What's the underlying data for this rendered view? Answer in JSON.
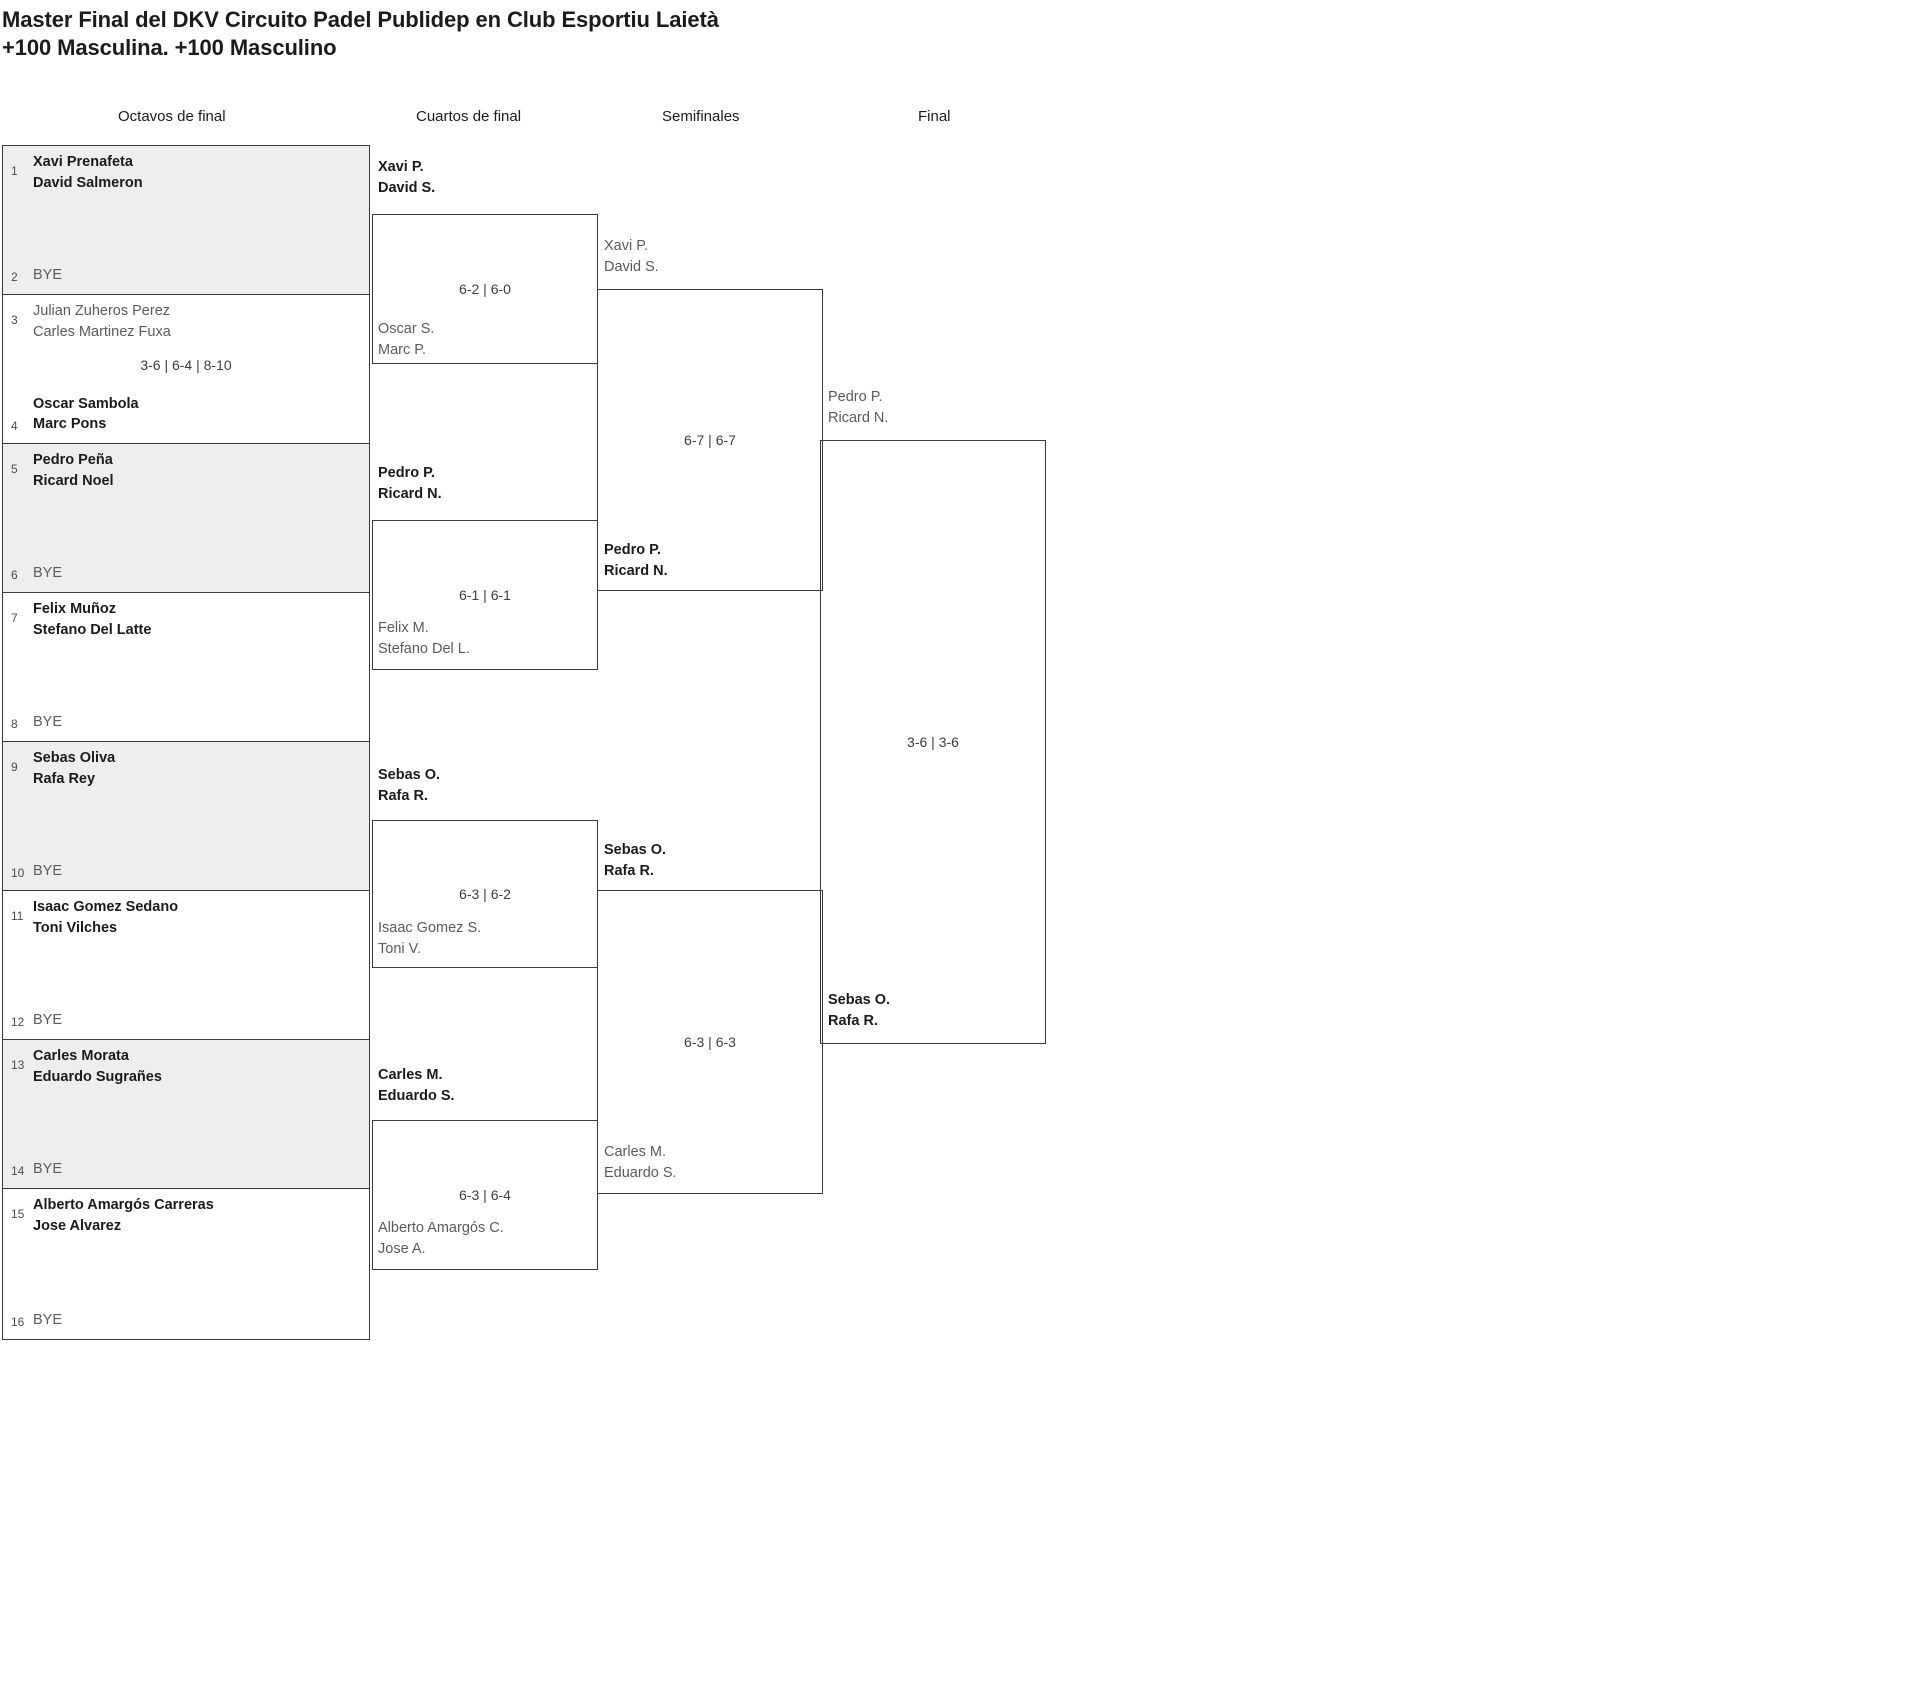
{
  "title": {
    "line1": "Master Final del DKV Circuito Padel Publidep en Club Esportiu Laietà",
    "line2": "+100 Masculina. +100 Masculino"
  },
  "round_headers": [
    "Octavos de final",
    "Cuartos de final",
    "Semifinales",
    "Final"
  ],
  "bye_label": "BYE",
  "rounds": {
    "r1": {
      "matches": [
        {
          "score": "",
          "top": {
            "seed": "1",
            "line1": "Xavi Prenafeta",
            "line2": "David Salmeron",
            "result": "winner"
          },
          "bottom": {
            "seed": "2",
            "line1": "BYE",
            "line2": "",
            "result": "bye"
          }
        },
        {
          "score": "3-6 | 6-4 | 8-10",
          "top": {
            "seed": "3",
            "line1": "Julian Zuheros Perez",
            "line2": "Carles Martinez Fuxa",
            "result": "loser"
          },
          "bottom": {
            "seed": "4",
            "line1": "Oscar Sambola",
            "line2": "Marc Pons",
            "result": "winner"
          }
        },
        {
          "score": "",
          "top": {
            "seed": "5",
            "line1": "Pedro Peña",
            "line2": "Ricard Noel",
            "result": "winner"
          },
          "bottom": {
            "seed": "6",
            "line1": "BYE",
            "line2": "",
            "result": "bye"
          }
        },
        {
          "score": "",
          "top": {
            "seed": "7",
            "line1": "Felix Muñoz",
            "line2": "Stefano Del Latte",
            "result": "winner"
          },
          "bottom": {
            "seed": "8",
            "line1": "BYE",
            "line2": "",
            "result": "bye"
          }
        },
        {
          "score": "",
          "top": {
            "seed": "9",
            "line1": "Sebas Oliva",
            "line2": "Rafa Rey",
            "result": "winner"
          },
          "bottom": {
            "seed": "10",
            "line1": "BYE",
            "line2": "",
            "result": "bye"
          }
        },
        {
          "score": "",
          "top": {
            "seed": "11",
            "line1": "Isaac Gomez Sedano",
            "line2": "Toni Vilches",
            "result": "winner"
          },
          "bottom": {
            "seed": "12",
            "line1": "BYE",
            "line2": "",
            "result": "bye"
          }
        },
        {
          "score": "",
          "top": {
            "seed": "13",
            "line1": "Carles Morata",
            "line2": "Eduardo Sugrañes",
            "result": "winner"
          },
          "bottom": {
            "seed": "14",
            "line1": "BYE",
            "line2": "",
            "result": "bye"
          }
        },
        {
          "score": "",
          "top": {
            "seed": "15",
            "line1": "Alberto Amargós Carreras",
            "line2": "Jose Alvarez",
            "result": "winner"
          },
          "bottom": {
            "seed": "16",
            "line1": "BYE",
            "line2": "",
            "result": "bye"
          }
        }
      ]
    },
    "r2": {
      "matches": [
        {
          "score": "6-2 | 6-0",
          "top": {
            "line1": "Xavi P.",
            "line2": "David S.",
            "result": "winner"
          },
          "bottom": {
            "line1": "Oscar S.",
            "line2": "Marc P.",
            "result": "loser"
          }
        },
        {
          "score": "6-1 | 6-1",
          "top": {
            "line1": "Pedro P.",
            "line2": "Ricard N.",
            "result": "winner"
          },
          "bottom": {
            "line1": "Felix M.",
            "line2": "Stefano Del L.",
            "result": "loser"
          }
        },
        {
          "score": "6-3 | 6-2",
          "top": {
            "line1": "Sebas O.",
            "line2": "Rafa R.",
            "result": "winner"
          },
          "bottom": {
            "line1": "Isaac Gomez S.",
            "line2": "Toni V.",
            "result": "loser"
          }
        },
        {
          "score": "6-3 | 6-4",
          "top": {
            "line1": "Carles M.",
            "line2": "Eduardo S.",
            "result": "winner"
          },
          "bottom": {
            "line1": "Alberto Amargós C.",
            "line2": "Jose A.",
            "result": "loser"
          }
        }
      ]
    },
    "r3": {
      "matches": [
        {
          "score": "6-7 | 6-7",
          "top": {
            "line1": "Xavi P.",
            "line2": "David S.",
            "result": "loser"
          },
          "bottom": {
            "line1": "Pedro P.",
            "line2": "Ricard N.",
            "result": "winner"
          }
        },
        {
          "score": "6-3 | 6-3",
          "top": {
            "line1": "Sebas O.",
            "line2": "Rafa R.",
            "result": "winner"
          },
          "bottom": {
            "line1": "Carles M.",
            "line2": "Eduardo S.",
            "result": "loser"
          }
        }
      ]
    },
    "r4": {
      "matches": [
        {
          "score": "3-6 | 3-6",
          "top": {
            "line1": "Pedro P.",
            "line2": "Ricard N.",
            "result": "loser"
          },
          "bottom": {
            "line1": "Sebas O.",
            "line2": "Rafa R.",
            "result": "winner"
          }
        }
      ]
    }
  }
}
